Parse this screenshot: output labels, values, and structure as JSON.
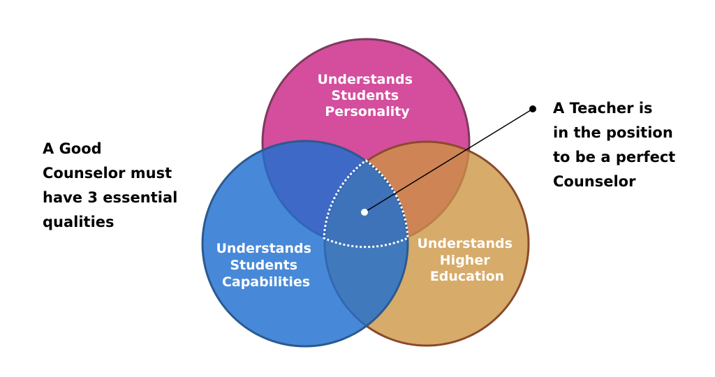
{
  "circles": {
    "top": {
      "lines": [
        "Understands",
        "Students",
        "Personality"
      ],
      "color": "#cc2f8c"
    },
    "left": {
      "lines": [
        "Understands",
        "Students",
        "Capabilities"
      ],
      "color": "#1f6fd0"
    },
    "right": {
      "lines": [
        "Understands",
        "Higher",
        "Education"
      ],
      "color": "#cc9340"
    }
  },
  "left_note": {
    "lines": [
      "A Good",
      "Counselor must",
      "have 3 essential",
      "qualities"
    ]
  },
  "right_note": {
    "lines": [
      "A Teacher is",
      "in the position",
      "to be a perfect",
      "Counselor"
    ]
  },
  "colors": {
    "top_stroke": "#7d3a5e",
    "left_stroke": "#2b5a8f",
    "right_stroke": "#8a4a2a",
    "center_marker": "#ffffff",
    "pointer_line": "#000000"
  },
  "icons": {
    "center_marker": "white-dot",
    "pointer_end": "black-dot"
  }
}
